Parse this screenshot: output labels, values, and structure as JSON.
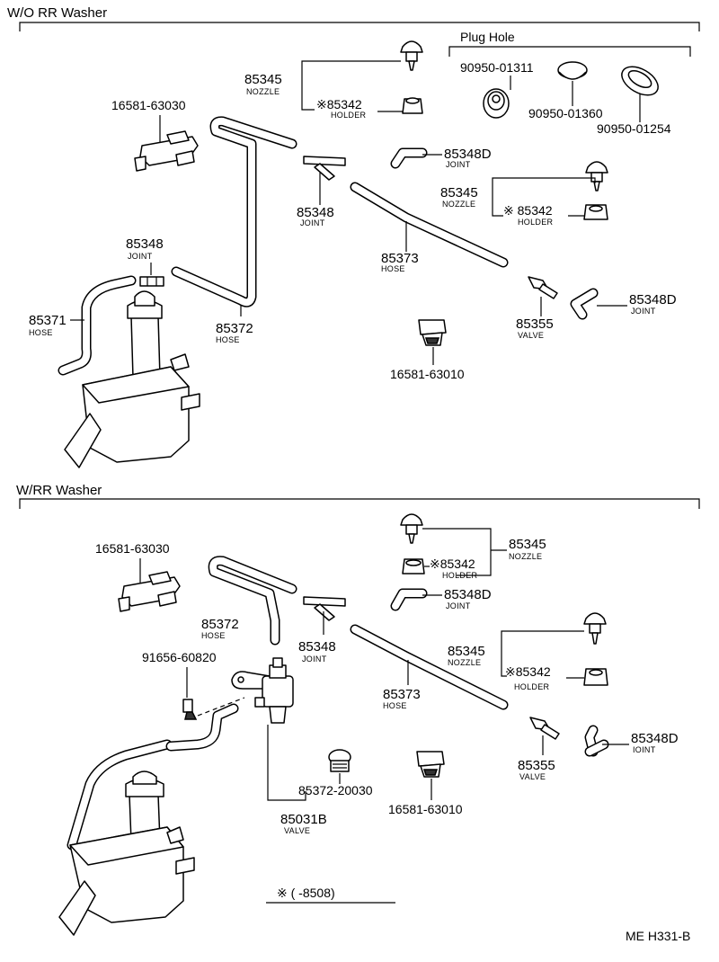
{
  "sections": {
    "wo_title": "W/O RR Washer",
    "w_title": "W/RR Washer"
  },
  "plug_hole": {
    "title": "Plug Hole",
    "part_a": "90950-01311",
    "part_b": "90950-01360",
    "part_c": "90950-01254"
  },
  "wo": {
    "nozzle_a_pn": "85345",
    "nozzle_a_nm": "NOZZLE",
    "holder_a_pn": "※85342",
    "holder_a_nm": "HOLDER",
    "bracket_pn": "16581-63030",
    "joint_d1_pn": "85348D",
    "joint_d1_nm": "JOINT",
    "nozzle_b_pn": "85345",
    "nozzle_b_nm": "NOZZLE",
    "holder_b_pn": "※ 85342",
    "holder_b_nm": "HOLDER",
    "joint_t_pn": "85348",
    "joint_t_nm": "JOINT",
    "hose73_pn": "85373",
    "hose73_nm": "HOSE",
    "joint_l_pn": "85348",
    "joint_l_nm": "JOINT",
    "hose71_pn": "85371",
    "hose71_nm": "HOSE",
    "hose72_pn": "85372",
    "hose72_nm": "HOSE",
    "valve_pn": "85355",
    "valve_nm": "VALVE",
    "joint_d2_pn": "85348D",
    "joint_d2_nm": "JOINT",
    "clip_pn": "16581-63010"
  },
  "wr": {
    "bracket_pn": "16581-63030",
    "nozzle_a_pn": "85345",
    "nozzle_a_nm": "NOZZLE",
    "holder_a_pn": "※85342",
    "holder_a_nm": "HOLDER",
    "joint_d1_pn": "85348D",
    "joint_d1_nm": "JOINT",
    "hose72_pn": "85372",
    "hose72_nm": "HOSE",
    "joint_t_pn": "85348",
    "joint_t_nm": "JOINT",
    "bolt_pn": "91656-60820",
    "nozzle_b_pn": "85345",
    "nozzle_b_nm": "NOZZLE",
    "holder_b_pn": "※85342",
    "holder_b_nm": "HOLDER",
    "hose73_pn": "85373",
    "hose73_nm": "HOSE",
    "valve_pn": "85355",
    "valve_nm": "VALVE",
    "joint_d2_pn": "85348D",
    "joint_d2_nm": "IOINT",
    "plug_pn": "85372-20030",
    "valve31_pn": "85031B",
    "valve31_nm": "VALVE",
    "clip_pn": "16581-63010"
  },
  "footnote": "※ (      -8508)",
  "ref_code": "ME H331-B"
}
